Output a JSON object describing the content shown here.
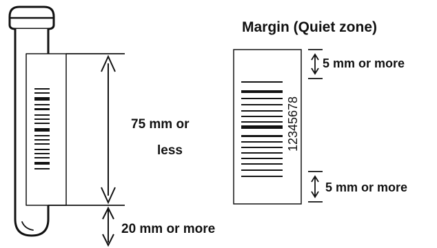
{
  "diagram": {
    "title": "Margin (Quiet zone)",
    "barcode_number": "12345678",
    "labels": {
      "height_line1": "75 mm or",
      "height_line2": "less",
      "bottom_margin": "20 mm or more",
      "label_top_margin": "5 mm or more",
      "label_bottom_margin": "5 mm or more"
    }
  },
  "colors": {
    "ink": "#111111",
    "background": "#ffffff"
  }
}
